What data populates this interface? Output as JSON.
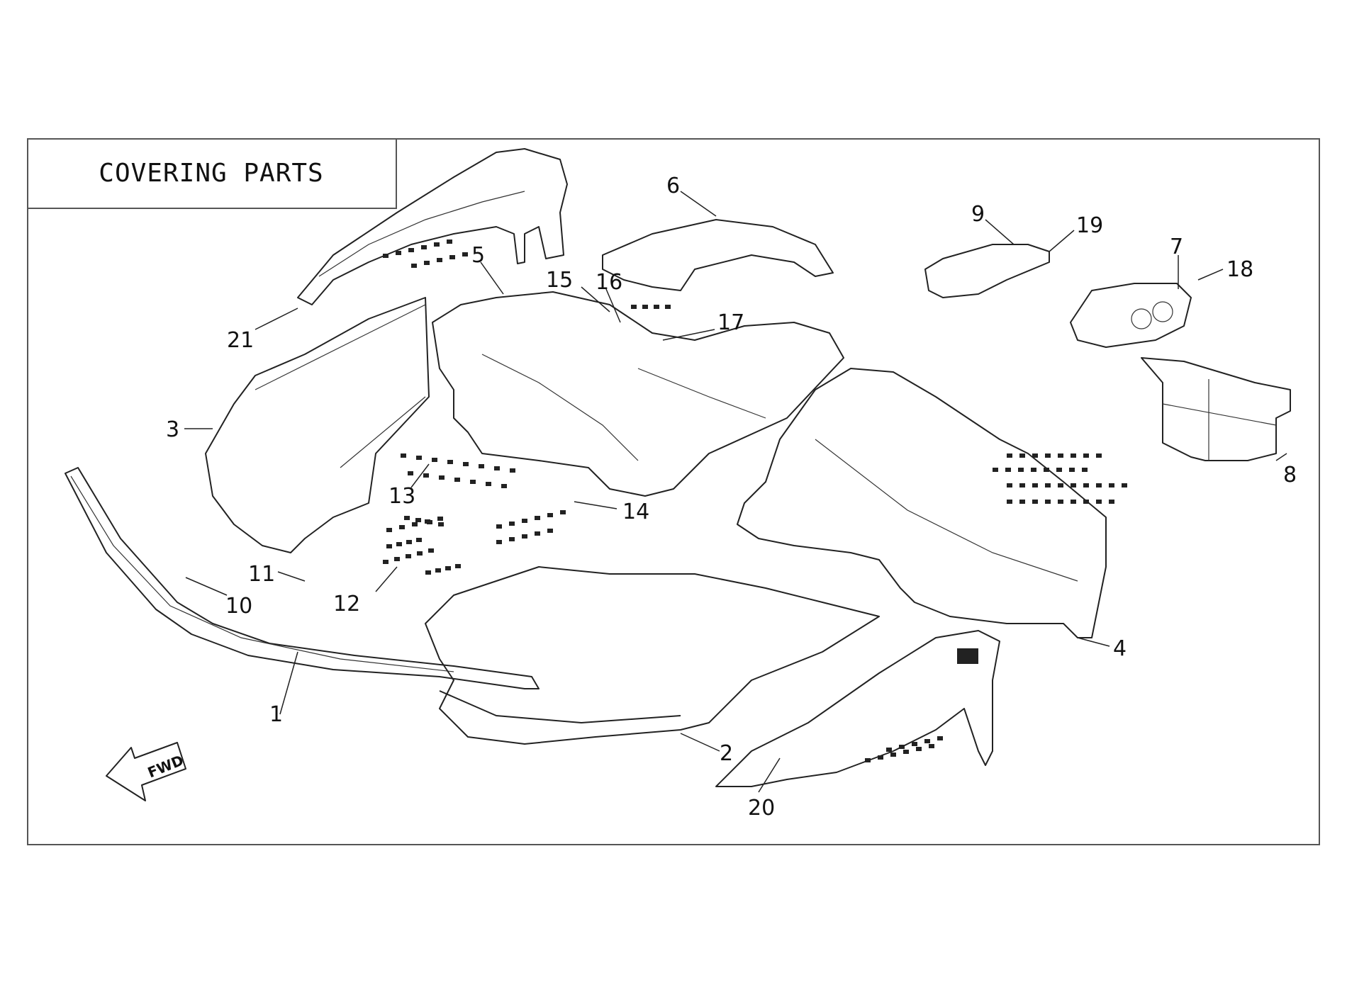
{
  "title": "COVERING PARTS",
  "fwd_label": "FWD",
  "callouts": [
    {
      "id": "1",
      "label": "1"
    },
    {
      "id": "2",
      "label": "2"
    },
    {
      "id": "3",
      "label": "3"
    },
    {
      "id": "4",
      "label": "4"
    },
    {
      "id": "5",
      "label": "5"
    },
    {
      "id": "6",
      "label": "6"
    },
    {
      "id": "7",
      "label": "7"
    },
    {
      "id": "8",
      "label": "8"
    },
    {
      "id": "9",
      "label": "9"
    },
    {
      "id": "10",
      "label": "10"
    },
    {
      "id": "11",
      "label": "11"
    },
    {
      "id": "12",
      "label": "12"
    },
    {
      "id": "13",
      "label": "13"
    },
    {
      "id": "14",
      "label": "14"
    },
    {
      "id": "15",
      "label": "15"
    },
    {
      "id": "16",
      "label": "16"
    },
    {
      "id": "17",
      "label": "17"
    },
    {
      "id": "18",
      "label": "18"
    },
    {
      "id": "19",
      "label": "19"
    },
    {
      "id": "20",
      "label": "20"
    },
    {
      "id": "21",
      "label": "21"
    }
  ],
  "colors": {
    "line": "#222222",
    "frame": "#555555",
    "background": "#ffffff"
  }
}
